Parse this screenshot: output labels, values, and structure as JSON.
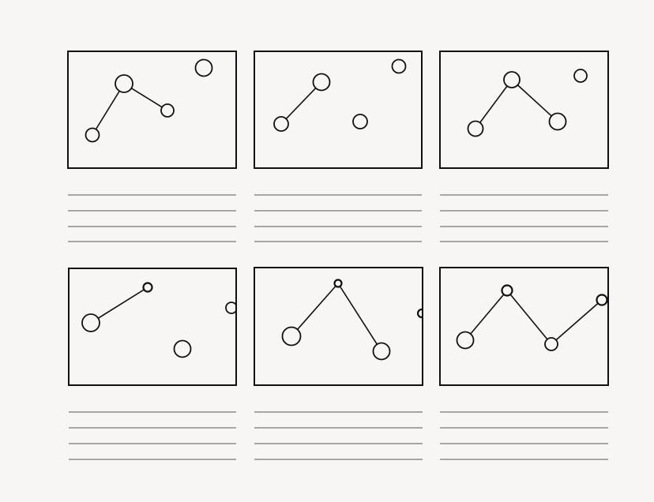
{
  "sheet": {
    "ink_color": "#111111",
    "paper_color": "#f7f6f4",
    "line_color": "#555555",
    "caption_lines_per_panel": 4
  },
  "panels": [
    {
      "name": "panel-1",
      "nodes": [
        [
          31,
          106,
          8.5
        ],
        [
          71,
          41,
          11
        ],
        [
          126,
          75,
          8
        ],
        [
          172,
          21,
          10.5
        ]
      ],
      "edges": [
        [
          0,
          1
        ],
        [
          1,
          2
        ]
      ]
    },
    {
      "name": "panel-2",
      "nodes": [
        [
          34,
          92,
          9
        ],
        [
          85,
          39,
          10.5
        ],
        [
          134,
          89,
          9
        ],
        [
          183,
          19,
          8.5
        ]
      ],
      "edges": [
        [
          0,
          1
        ]
      ]
    },
    {
      "name": "panel-3",
      "nodes": [
        [
          45,
          98,
          9.5
        ],
        [
          91,
          36,
          10
        ],
        [
          149,
          89,
          10.5
        ],
        [
          178,
          31,
          8
        ]
      ],
      "edges": [
        [
          0,
          1
        ],
        [
          1,
          2
        ]
      ]
    },
    {
      "name": "panel-4",
      "nodes": [
        [
          28,
          69,
          11
        ],
        [
          100,
          24,
          5.5
        ],
        [
          144,
          102,
          10.5
        ],
        [
          206,
          50,
          7
        ]
      ],
      "edges": [
        [
          0,
          1
        ]
      ]
    },
    {
      "name": "panel-5",
      "nodes": [
        [
          47,
          87,
          11.5
        ],
        [
          106,
          20,
          4.5
        ],
        [
          161,
          106,
          10.5
        ],
        [
          212,
          58,
          5
        ]
      ],
      "edges": [
        [
          0,
          1
        ],
        [
          1,
          2
        ]
      ]
    },
    {
      "name": "panel-6",
      "nodes": [
        [
          32,
          92,
          10.5
        ],
        [
          85,
          29,
          6.5
        ],
        [
          141,
          97,
          8
        ],
        [
          205,
          41,
          6.5
        ]
      ],
      "edges": [
        [
          0,
          1
        ],
        [
          1,
          2
        ],
        [
          2,
          3
        ]
      ]
    }
  ]
}
